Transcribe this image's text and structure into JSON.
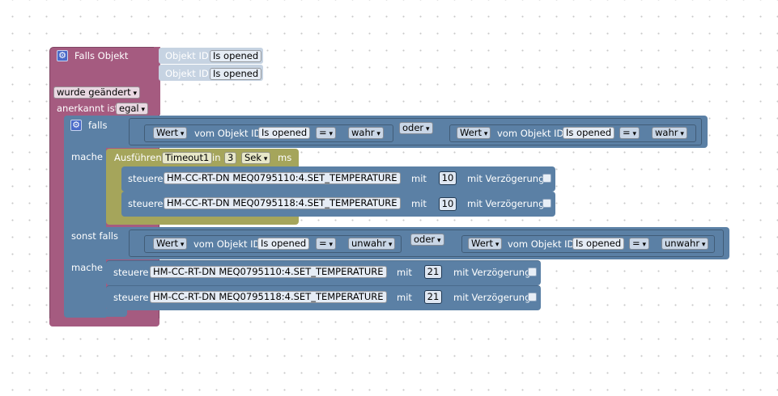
{
  "trigger": {
    "title": "Falls Objekt",
    "object_rows": [
      {
        "label": "Objekt ID",
        "value": "Is opened"
      },
      {
        "label": "Objekt ID",
        "value": "Is opened"
      }
    ],
    "changed": "wurde geändert",
    "ack_label": "anerkannt ist",
    "ack_value": "egal"
  },
  "if_block": {
    "falls_label": "falls",
    "mache_label": "mache",
    "sonst_falls_label": "sonst falls",
    "mache2_label": "mache",
    "cond1": {
      "left": {
        "prop": "Wert",
        "text": "vom Objekt ID",
        "obj": "Is opened",
        "op": "=",
        "val": "wahr"
      },
      "logic": "oder",
      "right": {
        "prop": "Wert",
        "text": "vom Objekt ID",
        "obj": "Is opened",
        "op": "=",
        "val": "wahr"
      }
    },
    "timeout": {
      "label": "Ausführen",
      "name": "Timeout1",
      "in": "in",
      "amount": "3",
      "unit": "Sek",
      "ms": "ms"
    },
    "actions1": [
      {
        "steuere": "steuere",
        "target": "HM-CC-RT-DN MEQ0795110:4.SET_TEMPERATURE",
        "mit": "mit",
        "value": "10",
        "delay": "mit Verzögerung"
      },
      {
        "steuere": "steuere",
        "target": "HM-CC-RT-DN MEQ0795118:4.SET_TEMPERATURE",
        "mit": "mit",
        "value": "10",
        "delay": "mit Verzögerung"
      }
    ],
    "cond2": {
      "left": {
        "prop": "Wert",
        "text": "vom Objekt ID",
        "obj": "Is opened",
        "op": "=",
        "val": "unwahr"
      },
      "logic": "oder",
      "right": {
        "prop": "Wert",
        "text": "vom Objekt ID",
        "obj": "Is opened",
        "op": "=",
        "val": "unwahr"
      }
    },
    "actions2": [
      {
        "steuere": "steuere",
        "target": "HM-CC-RT-DN MEQ0795110:4.SET_TEMPERATURE",
        "mit": "mit",
        "value": "21",
        "delay": "mit Verzögerung"
      },
      {
        "steuere": "steuere",
        "target": "HM-CC-RT-DN MEQ0795118:4.SET_TEMPERATURE",
        "mit": "mit",
        "value": "21",
        "delay": "mit Verzögerung"
      }
    ]
  },
  "colors": {
    "trigger": "#a55b80",
    "logic": "#5b80a5",
    "timeout": "#a5a55b",
    "object_ghost": "#c6d3e2"
  }
}
